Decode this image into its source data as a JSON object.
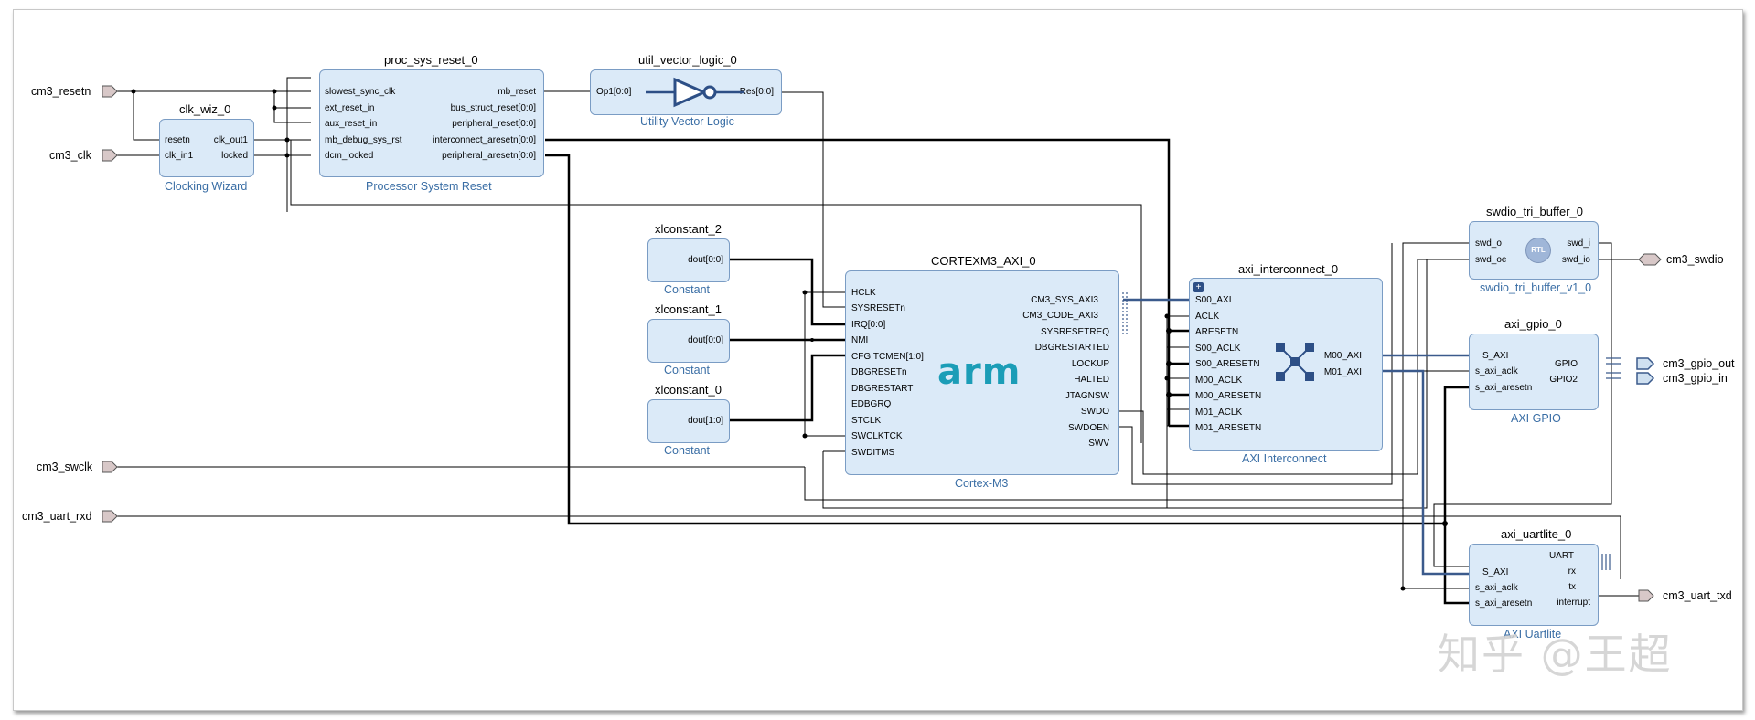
{
  "external_ports": [
    {
      "id": "cm3_resetn",
      "label": "cm3_resetn"
    },
    {
      "id": "cm3_clk",
      "label": "cm3_clk"
    },
    {
      "id": "cm3_swclk",
      "label": "cm3_swclk"
    },
    {
      "id": "cm3_uart_rxd",
      "label": "cm3_uart_rxd"
    },
    {
      "id": "cm3_swdio",
      "label": "cm3_swdio"
    },
    {
      "id": "cm3_gpio_out",
      "label": "cm3_gpio_out"
    },
    {
      "id": "cm3_gpio_in",
      "label": "cm3_gpio_in"
    },
    {
      "id": "cm3_uart_txd",
      "label": "cm3_uart_txd"
    }
  ],
  "blocks": {
    "clk_wiz": {
      "name": "clk_wiz_0",
      "subtitle": "Clocking Wizard",
      "in_ports": [
        "resetn",
        "clk_in1"
      ],
      "out_ports": [
        "clk_out1",
        "locked"
      ]
    },
    "proc_sys_reset": {
      "name": "proc_sys_reset_0",
      "subtitle": "Processor System Reset",
      "in_ports": [
        "slowest_sync_clk",
        "ext_reset_in",
        "aux_reset_in",
        "mb_debug_sys_rst",
        "dcm_locked"
      ],
      "out_ports": [
        "mb_reset",
        "bus_struct_reset[0:0]",
        "peripheral_reset[0:0]",
        "interconnect_aresetn[0:0]",
        "peripheral_aresetn[0:0]"
      ]
    },
    "util_vector_logic": {
      "name": "util_vector_logic_0",
      "subtitle": "Utility Vector Logic",
      "in_ports": [
        "Op1[0:0]"
      ],
      "out_ports": [
        "Res[0:0]"
      ]
    },
    "xlconstant_2": {
      "name": "xlconstant_2",
      "subtitle": "Constant",
      "out_ports": [
        "dout[0:0]"
      ]
    },
    "xlconstant_1": {
      "name": "xlconstant_1",
      "subtitle": "Constant",
      "out_ports": [
        "dout[0:0]"
      ]
    },
    "xlconstant_0": {
      "name": "xlconstant_0",
      "subtitle": "Constant",
      "out_ports": [
        "dout[1:0]"
      ]
    },
    "cortexm3": {
      "name": "CORTEXM3_AXI_0",
      "subtitle": "Cortex-M3",
      "logo": "arm",
      "in_ports": [
        "HCLK",
        "SYSRESETn",
        "IRQ[0:0]",
        "NMI",
        "CFGITCMEN[1:0]",
        "DBGRESETn",
        "DBGRESTART",
        "EDBGRQ",
        "STCLK",
        "SWCLKTCK",
        "SWDITMS"
      ],
      "out_ports": [
        "CM3_SYS_AXI3",
        "CM3_CODE_AXI3",
        "SYSRESETREQ",
        "DBGRESTARTED",
        "LOCKUP",
        "HALTED",
        "JTAGNSW",
        "SWDO",
        "SWDOEN",
        "SWV"
      ]
    },
    "axi_interconnect": {
      "name": "axi_interconnect_0",
      "subtitle": "AXI Interconnect",
      "in_ports": [
        "S00_AXI",
        "ACLK",
        "ARESETN",
        "S00_ACLK",
        "S00_ARESETN",
        "M00_ACLK",
        "M00_ARESETN",
        "M01_ACLK",
        "M01_ARESETN"
      ],
      "out_ports": [
        "M00_AXI",
        "M01_AXI"
      ]
    },
    "swdio_tri_buffer": {
      "name": "swdio_tri_buffer_0",
      "subtitle": "swdio_tri_buffer_v1_0",
      "logo": "RTL",
      "in_ports": [
        "swd_o",
        "swd_oe"
      ],
      "out_ports": [
        "swd_i",
        "swd_io"
      ]
    },
    "axi_gpio": {
      "name": "axi_gpio_0",
      "subtitle": "AXI GPIO",
      "in_ports": [
        "S_AXI",
        "s_axi_aclk",
        "s_axi_aresetn"
      ],
      "out_ports": [
        "GPIO",
        "GPIO2"
      ]
    },
    "axi_uartlite": {
      "name": "axi_uartlite_0",
      "subtitle": "AXI Uartlite",
      "in_ports": [
        "S_AXI",
        "s_axi_aclk",
        "s_axi_aresetn"
      ],
      "out_ports": [
        "UART",
        "rx",
        "tx",
        "interrupt"
      ]
    }
  },
  "watermark": "知乎 @王超",
  "colors": {
    "block_fill": "#dbeaf8",
    "block_border": "#7a9cc4",
    "wire": "#000000",
    "bus": "#3b5a8c",
    "subtitle": "#3a6ea5",
    "arm_logo": "#1b9db7"
  }
}
